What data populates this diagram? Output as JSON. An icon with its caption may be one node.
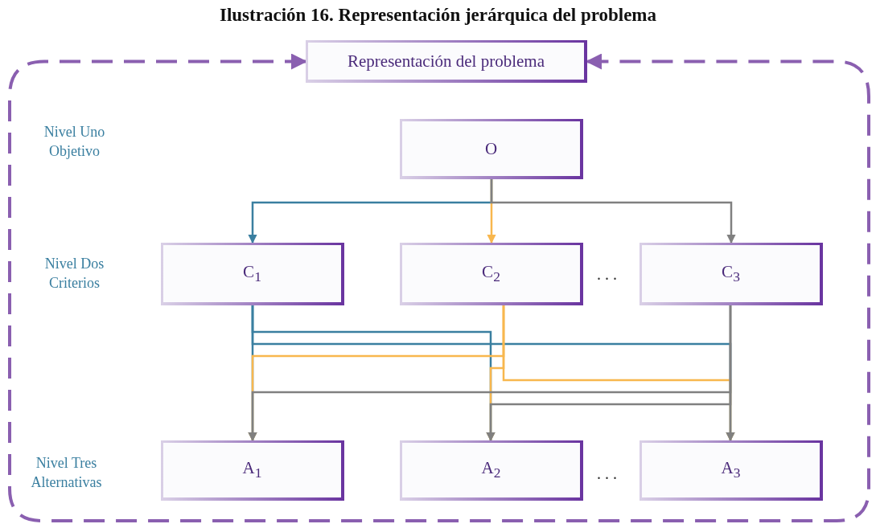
{
  "diagram": {
    "title": "Ilustración 16. Representación jerárquica del problema",
    "nodes": [
      {
        "text": [
          "Representación del problema"
        ]
      },
      {
        "text": [
          "O"
        ]
      },
      {
        "text": [
          "C$_{1}$"
        ]
      },
      {
        "text": [
          "C$_{2}$"
        ]
      },
      {
        "text": [
          "C$_{3}$"
        ]
      },
      {
        "text": [
          "A$_{1}$"
        ]
      },
      {
        "text": [
          "A$_{2}$"
        ]
      },
      {
        "text": [
          "A$_{3}$"
        ]
      }
    ],
    "edges": [
      {
        "from": 0,
        "to": 0,
        "arrow": "both",
        "style": "dashed",
        "color": "#8a5fb0"
      },
      {
        "from": 1,
        "to": 2,
        "arrow": "to",
        "color": "#3a7fa0"
      },
      {
        "from": 1,
        "to": 3,
        "arrow": "to",
        "color": "#f8b74e"
      },
      {
        "from": 1,
        "to": 4,
        "arrow": "to"
      },
      {
        "from": 2,
        "to": 5,
        "arrow": "to",
        "color": "#3a7fa0"
      },
      {
        "from": 2,
        "to": 6,
        "arrow": "to",
        "color": "#3a7fa0"
      },
      {
        "from": 2,
        "to": 7,
        "arrow": "to",
        "color": "#3a7fa0"
      },
      {
        "from": 3,
        "to": 5,
        "arrow": "to",
        "color": "#f8b74e"
      },
      {
        "from": 3,
        "to": 6,
        "arrow": "to",
        "color": "#f8b74e"
      },
      {
        "from": 3,
        "to": 7,
        "arrow": "to",
        "color": "#f8b74e"
      },
      {
        "from": 4,
        "to": 5,
        "arrow": "to"
      },
      {
        "from": 4,
        "to": 6,
        "arrow": "to"
      },
      {
        "from": 4,
        "to": 7,
        "arrow": "to"
      }
    ],
    "labels": [
      "Nivel Uno Objetivo",
      "Nivel Dos Criterios",
      ". . .",
      "Nivel Tres Alternativas",
      ". . ."
    ]
  }
}
